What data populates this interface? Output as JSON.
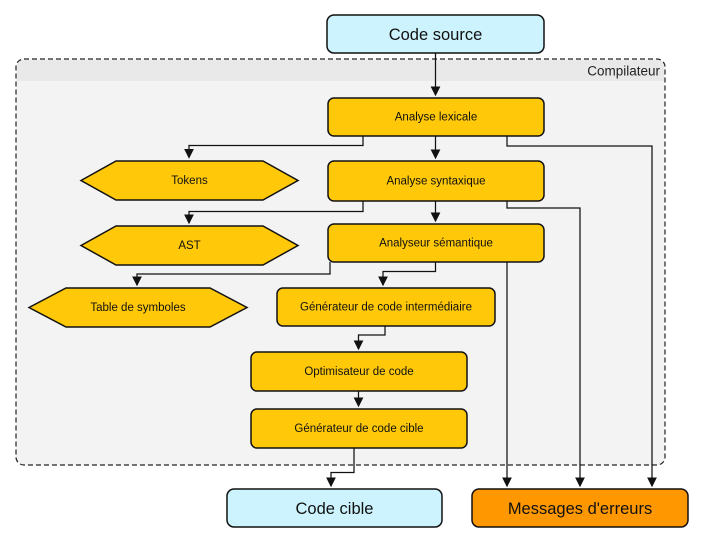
{
  "diagram": {
    "container": {
      "label": "Compilateur"
    },
    "colors": {
      "source_fill": "#cdf4fe",
      "node_fill": "#ffc808",
      "error_fill": "#ff9800",
      "container_fill": "#f3f3f3",
      "container_band_fill": "#e9e9e9"
    },
    "nodes": {
      "code_source": {
        "label": "Code source"
      },
      "analyse_lexicale": {
        "label": "Analyse lexicale"
      },
      "tokens": {
        "label": "Tokens"
      },
      "analyse_syntaxique": {
        "label": "Analyse syntaxique"
      },
      "ast": {
        "label": "AST"
      },
      "analyseur_semantique": {
        "label": "Analyseur sémantique"
      },
      "table_symboles": {
        "label": "Table de symboles"
      },
      "gen_intermediaire": {
        "label": "Générateur de code intermédiaire"
      },
      "optimisateur": {
        "label": "Optimisateur de code"
      },
      "gen_cible": {
        "label": "Générateur de code cible"
      },
      "code_cible": {
        "label": "Code cible"
      },
      "messages_erreurs": {
        "label": "Messages d'erreurs"
      }
    }
  }
}
